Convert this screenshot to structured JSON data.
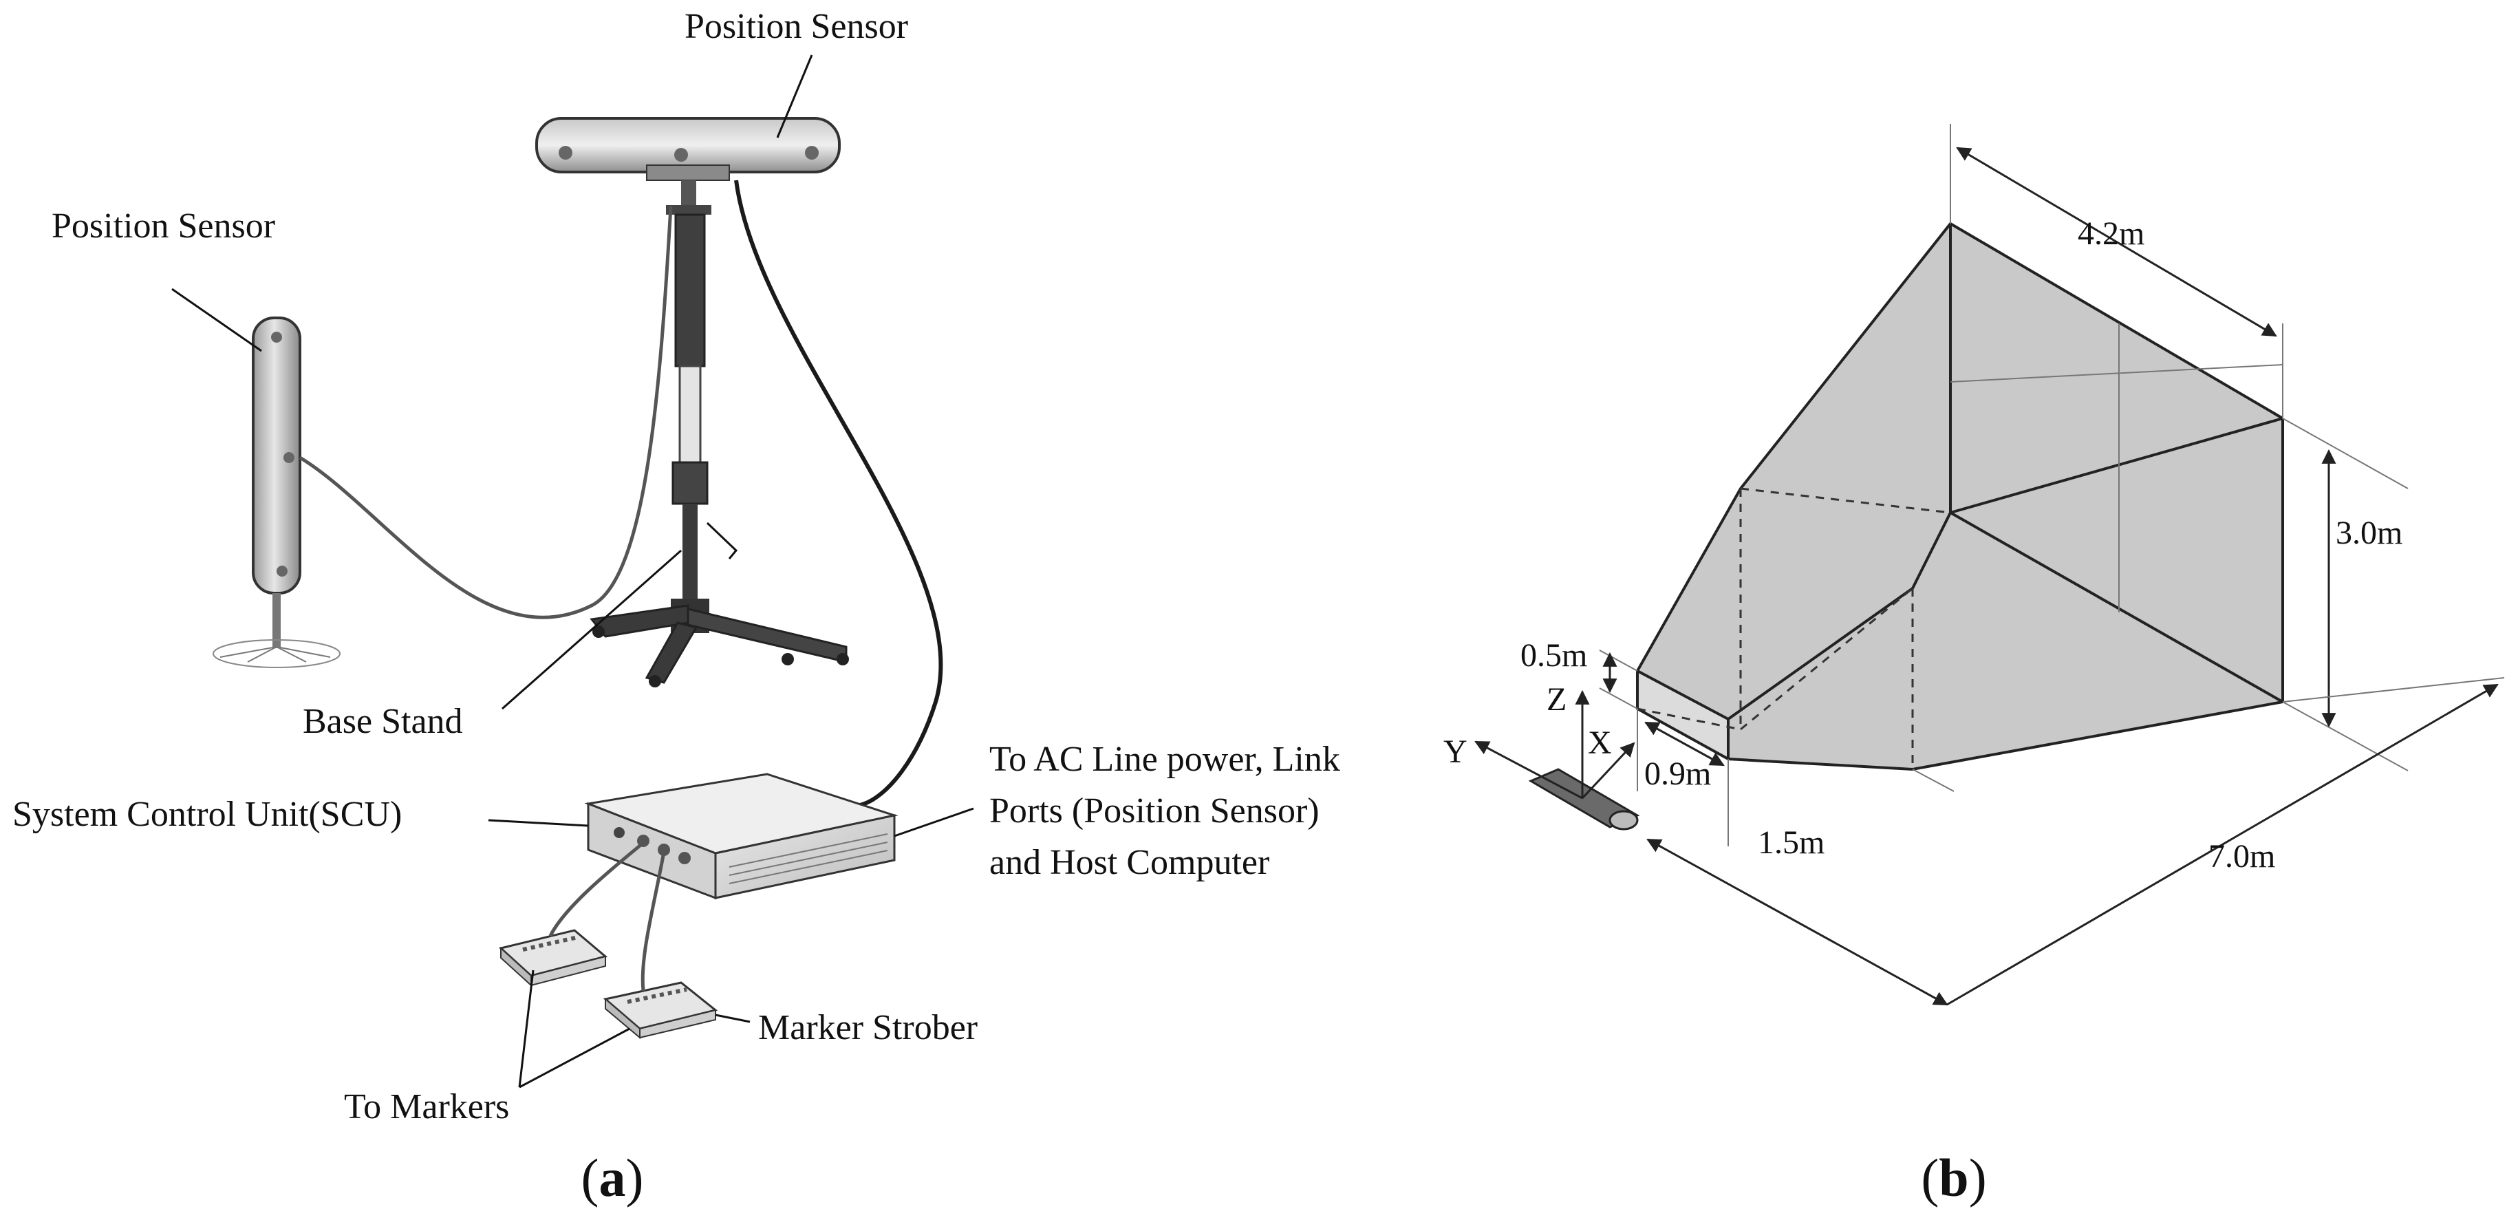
{
  "panel_a": {
    "caption": "a",
    "labels": {
      "position_sensor_top": "Position Sensor",
      "position_sensor_left": "Position Sensor",
      "base_stand": "Base Stand",
      "scu": "System Control Unit(SCU)",
      "ac_line_1": "To AC Line power, Link",
      "ac_line_2": "Ports (Position Sensor)",
      "ac_line_3": "and Host Computer",
      "marker_strober": "Marker Strober",
      "to_markers": "To Markers"
    }
  },
  "panel_b": {
    "caption": "b",
    "dimensions": {
      "top_width": "4.2m",
      "height": "3.0m",
      "small_height": "0.5m",
      "small_width": "0.9m",
      "short_length": "1.5m",
      "total_length": "7.0m"
    },
    "axes": {
      "z": "Z",
      "x": "X",
      "y": "Y"
    }
  }
}
